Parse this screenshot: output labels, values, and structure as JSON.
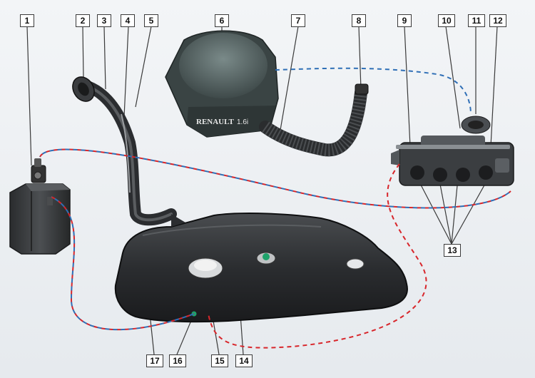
{
  "callouts": [
    "1",
    "2",
    "3",
    "4",
    "5",
    "6",
    "7",
    "8",
    "9",
    "10",
    "11",
    "12",
    "13",
    "14",
    "15",
    "16",
    "17"
  ],
  "air_filter": {
    "brand": "RENAULT",
    "model": "1.6i"
  },
  "lines": {
    "red": "#d8262b",
    "blue": "#2f6fb6",
    "leader": "#3a3a3a"
  }
}
